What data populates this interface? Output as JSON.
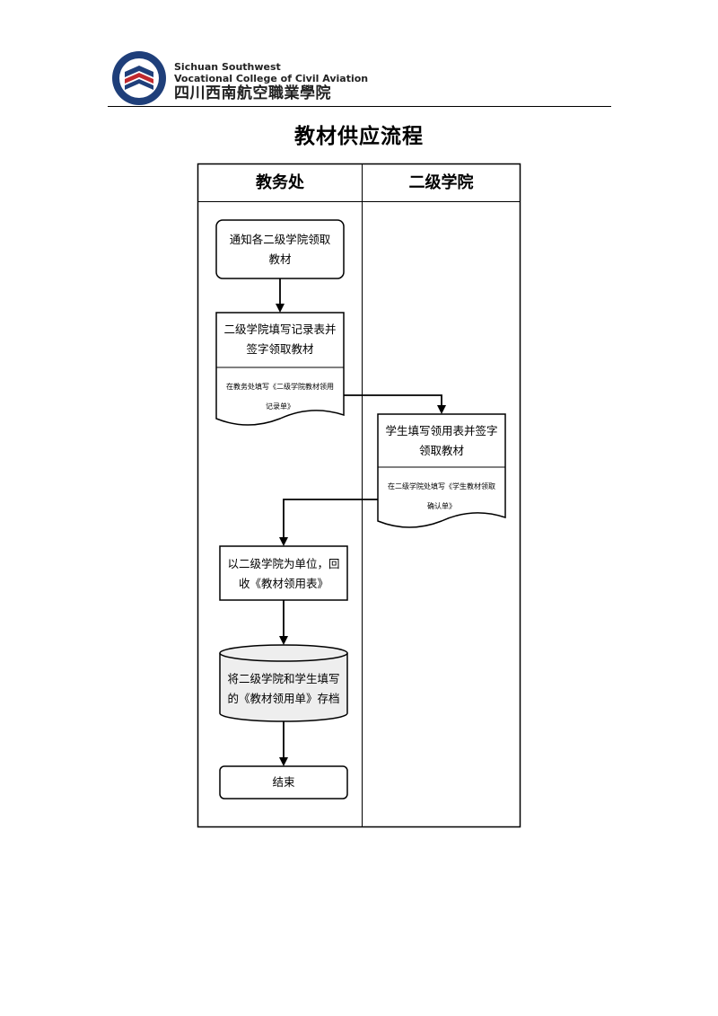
{
  "header": {
    "school_en_line1": "Sichuan Southwest",
    "school_en_line2": "Vocational College of Civil Aviation",
    "school_zh": "四川西南航空職業學院",
    "logo_name": "college-seal-logo"
  },
  "title": "教材供应流程",
  "lanes": [
    "教务处",
    "二级学院"
  ],
  "nodes": {
    "notify": "通知各二级学院领取\n教材",
    "sign_record": "二级学院填写记录表并\n签字领取教材",
    "sign_record_note": "在教务处填写《二级学院教材领用\n记录单》",
    "student_sign": "学生填写领用表并签字\n领取教材",
    "student_sign_note": "在二级学院处填写《学生教材领取\n确认单》",
    "collect": "以二级学院为单位，回\n收《教材领用表》",
    "archive": "将二级学院和学生填写\n的《教材领用单》存档",
    "end": "结束"
  },
  "colors": {
    "ink": "#000000",
    "page": "#ffffff",
    "logo_blue": "#1f3f7a",
    "logo_red": "#c0282d"
  }
}
